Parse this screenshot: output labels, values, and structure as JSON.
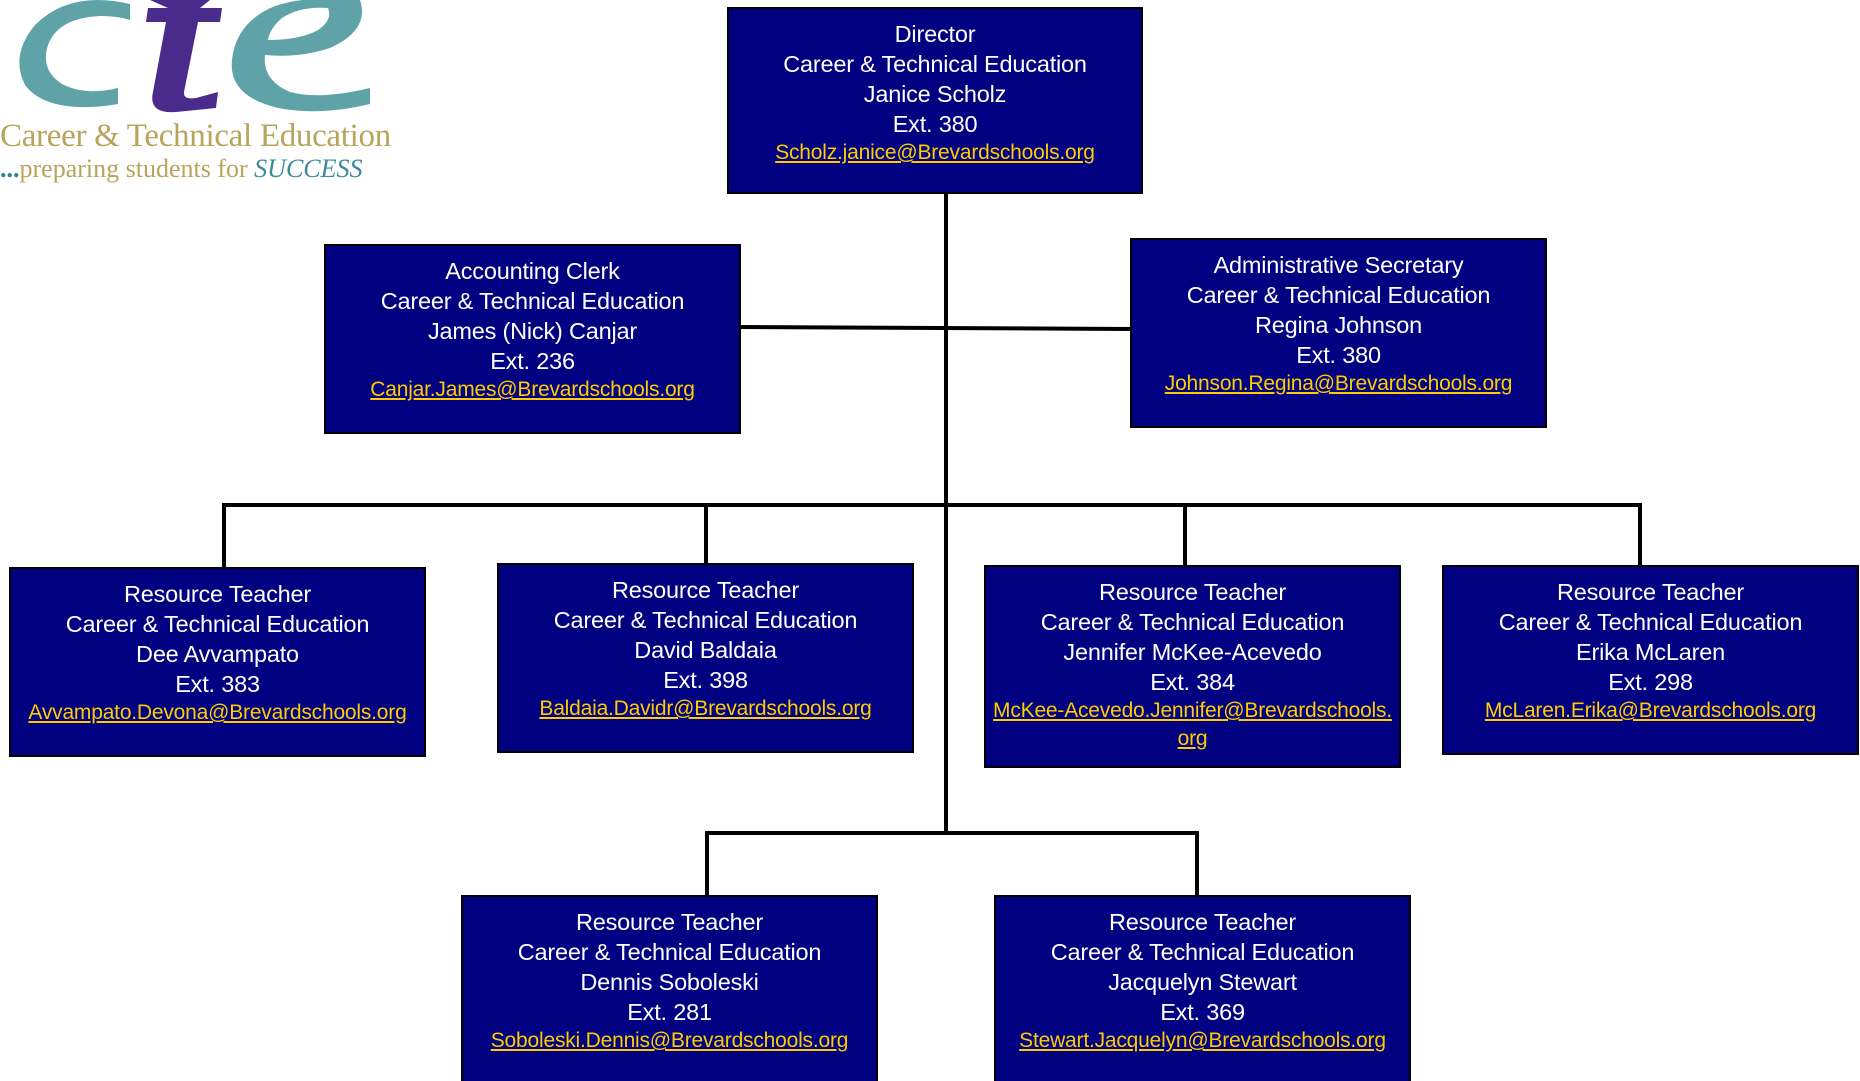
{
  "colors": {
    "box_fill": "#000080",
    "box_border": "#000000",
    "text": "#ffffff",
    "email": "#ffcc00",
    "connector": "#000000",
    "logo_teal": "#5fa3a8",
    "logo_purple": "#4a2a8a",
    "logo_gold": "#b8a45a"
  },
  "logo": {
    "letters": "cte",
    "title": "Career & Technical Education",
    "tagline_dots": "...",
    "tagline_text": "preparing students for ",
    "tagline_emphasis": "SUCCESS"
  },
  "org_chart": {
    "director": {
      "title": "Director",
      "department": "Career & Technical Education",
      "name": "Janice Scholz",
      "ext": "Ext. 380",
      "email": "Scholz.janice@Brevardschools.org"
    },
    "accounting_clerk": {
      "title": "Accounting Clerk",
      "department": "Career & Technical Education",
      "name": "James (Nick) Canjar",
      "ext": "Ext. 236",
      "email": "Canjar.James@Brevardschools.org"
    },
    "admin_secretary": {
      "title": "Administrative Secretary",
      "department": "Career & Technical Education",
      "name": "Regina Johnson",
      "ext": "Ext. 380",
      "email": "Johnson.Regina@Brevardschools.org"
    },
    "resource_teachers": [
      {
        "title": "Resource Teacher",
        "department": "Career & Technical Education",
        "name": "Dee Avvampato",
        "ext": "Ext. 383",
        "email": "Avvampato.Devona@Brevardschools.org"
      },
      {
        "title": "Resource Teacher",
        "department": "Career & Technical Education",
        "name": "David Baldaia",
        "ext": "Ext. 398",
        "email": "Baldaia.Davidr@Brevardschools.org"
      },
      {
        "title": "Resource Teacher",
        "department": "Career & Technical Education",
        "name": "Jennifer McKee-Acevedo",
        "ext": "Ext. 384",
        "email": "McKee-Acevedo.Jennifer@Brevardschools.org"
      },
      {
        "title": "Resource Teacher",
        "department": "Career & Technical Education",
        "name": "Erika McLaren",
        "ext": "Ext. 298",
        "email": "McLaren.Erika@Brevardschools.org"
      },
      {
        "title": "Resource Teacher",
        "department": "Career & Technical Education",
        "name": "Dennis Soboleski",
        "ext": "Ext. 281",
        "email": "Soboleski.Dennis@Brevardschools.org"
      },
      {
        "title": "Resource Teacher",
        "department": "Career & Technical Education",
        "name": "Jacquelyn Stewart",
        "ext": "Ext. 369",
        "email": "Stewart.Jacquelyn@Brevardschools.org"
      }
    ]
  }
}
